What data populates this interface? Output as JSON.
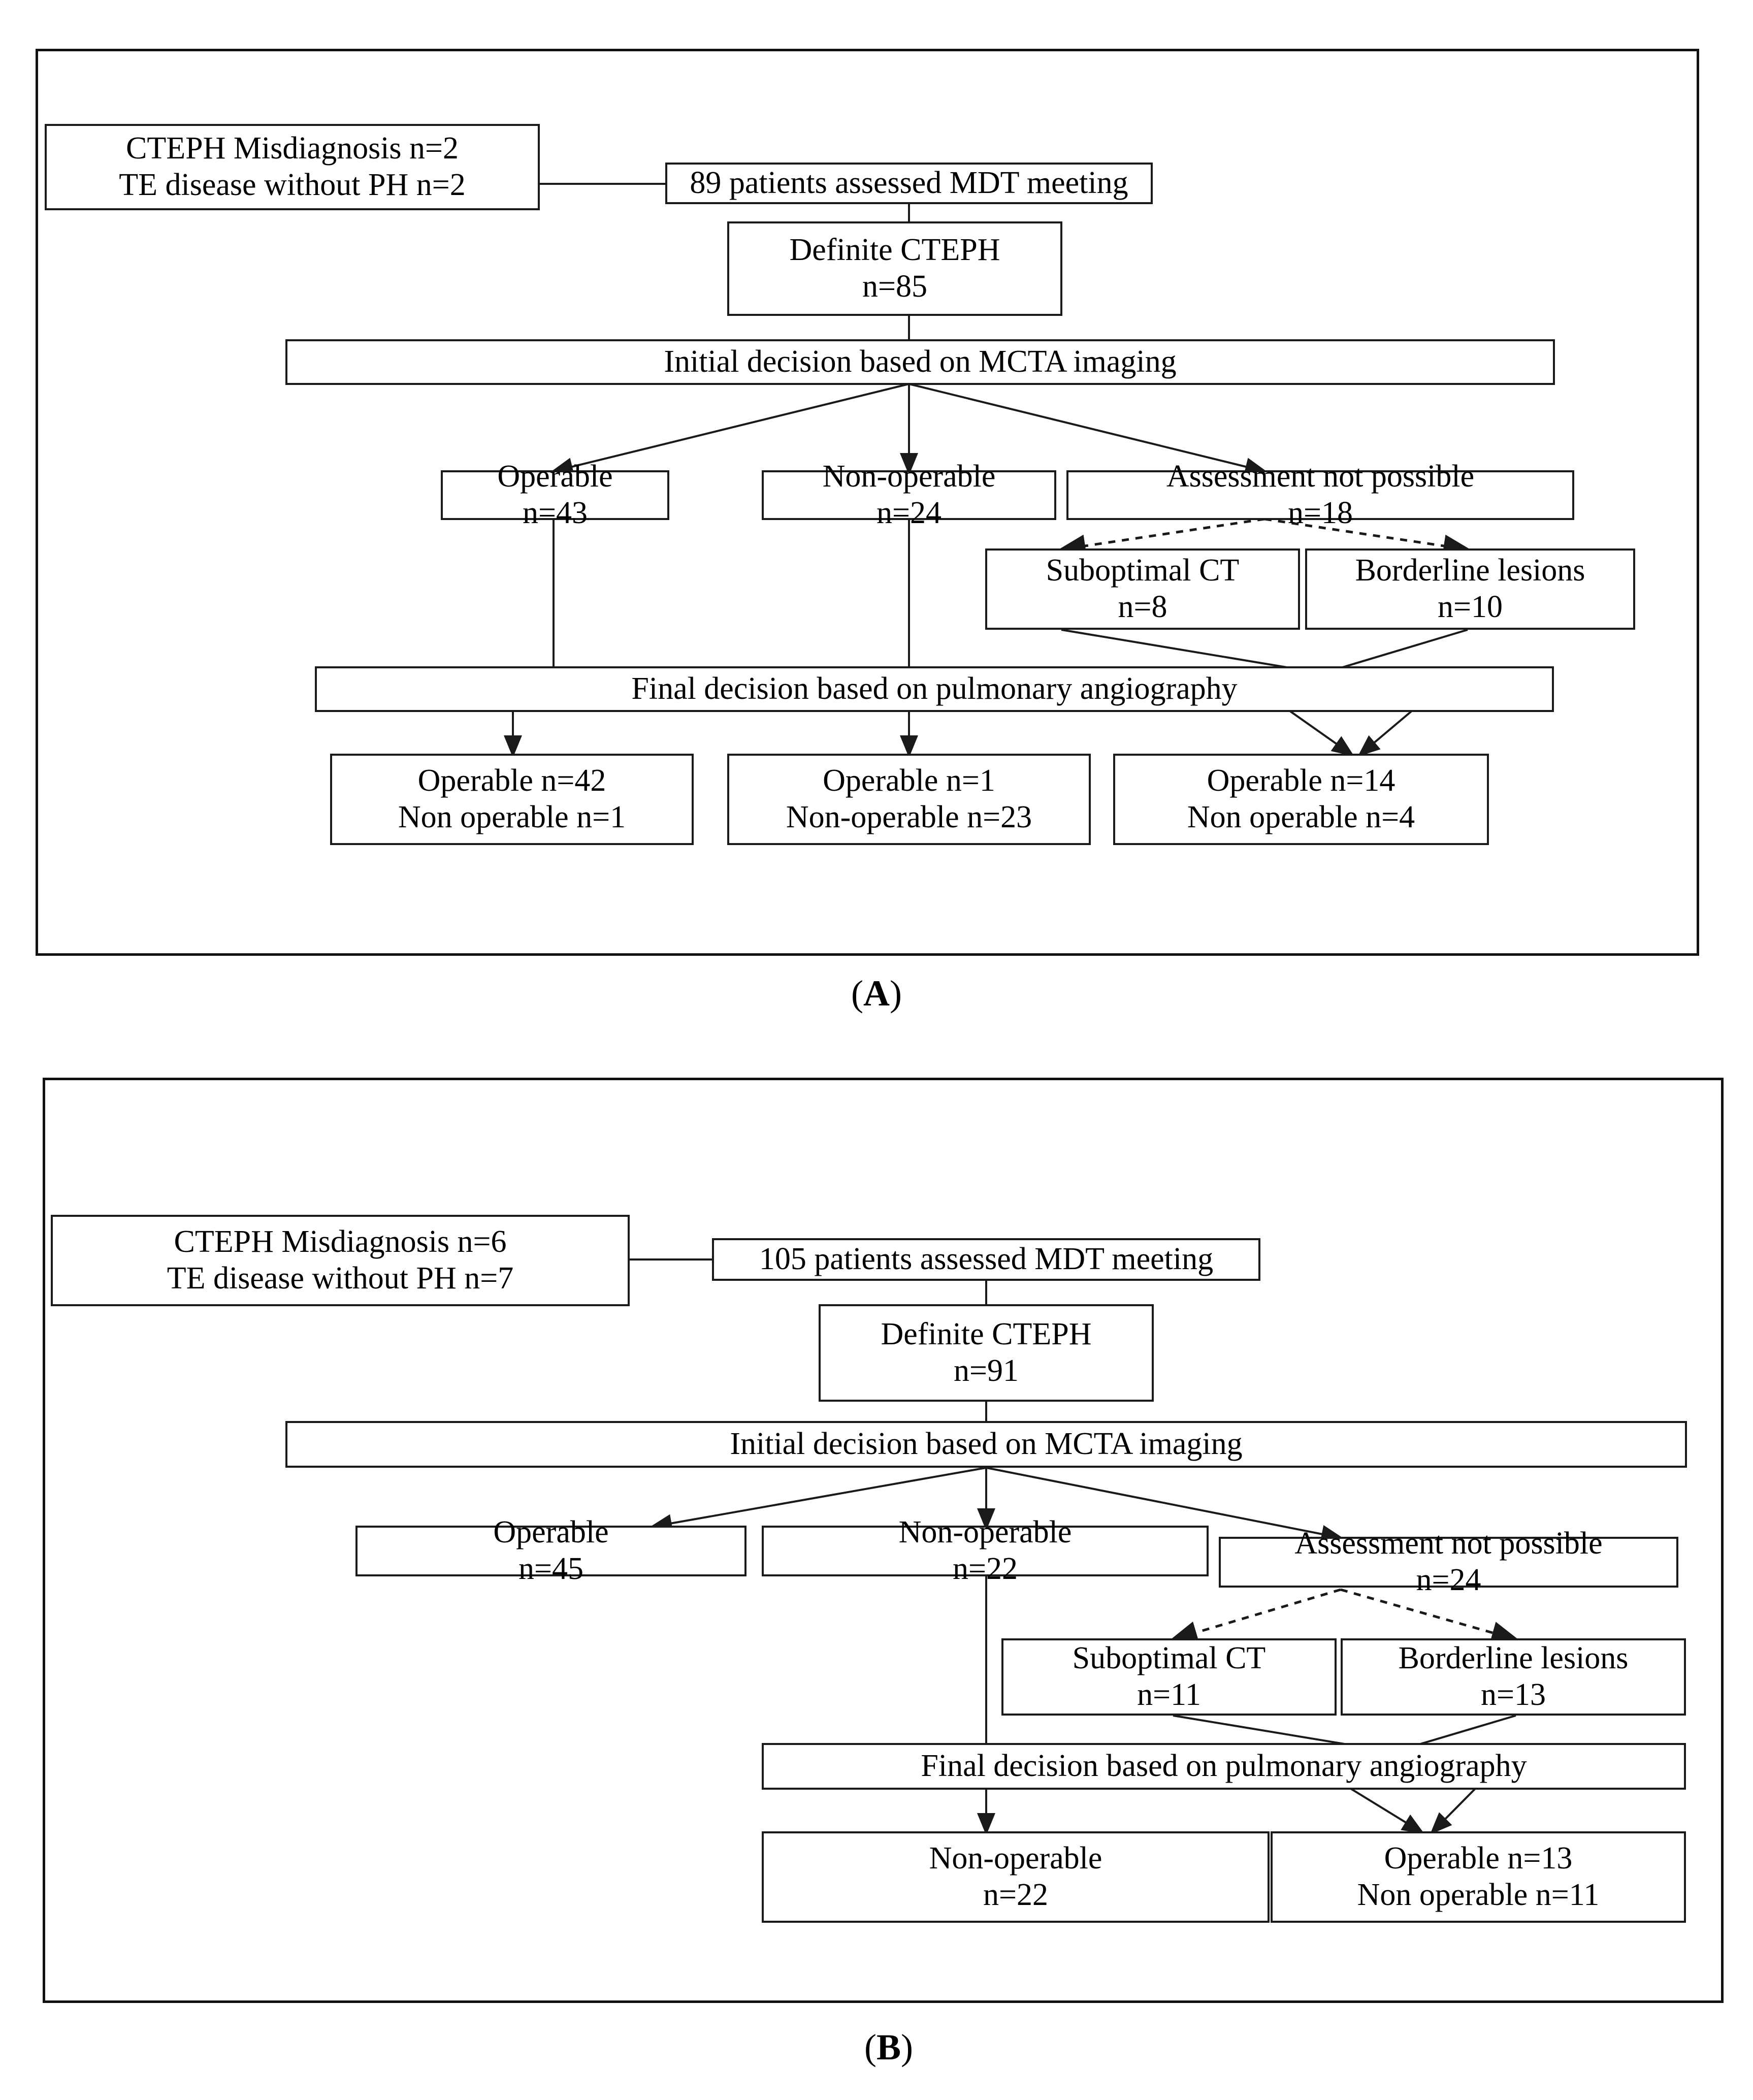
{
  "figure": {
    "type": "flowchart",
    "title": "CTEPH MDT operability assessment flow diagrams",
    "panels": [
      {
        "id": "A",
        "label": "(A)",
        "label_letter": "A",
        "nodes": [
          {
            "id": "a-excluded",
            "name": "excluded-box",
            "lines": [
              "CTEPH Misdiagnosis n=2",
              "TE disease without PH n=2"
            ]
          },
          {
            "id": "a-assessed",
            "name": "assessed-box",
            "lines": [
              "89 patients assessed MDT meeting"
            ]
          },
          {
            "id": "a-definite",
            "name": "definite-cteph-box",
            "lines": [
              "Definite CTEPH",
              "n=85"
            ]
          },
          {
            "id": "a-initial",
            "name": "initial-decision-box",
            "lines": [
              "Initial decision based on MCTA imaging"
            ]
          },
          {
            "id": "a-operable",
            "name": "operable-box",
            "lines": [
              "Operable",
              "n=43"
            ]
          },
          {
            "id": "a-nonoperable",
            "name": "non-operable-box",
            "lines": [
              "Non-operable",
              "n=24"
            ]
          },
          {
            "id": "a-notpossible",
            "name": "assessment-not-possible-box",
            "lines": [
              "Assessment not possible",
              "n=18"
            ]
          },
          {
            "id": "a-suboptimal",
            "name": "suboptimal-ct-box",
            "lines": [
              "Suboptimal CT",
              "n=8"
            ]
          },
          {
            "id": "a-borderline",
            "name": "borderline-lesions-box",
            "lines": [
              "Borderline lesions",
              "n=10"
            ]
          },
          {
            "id": "a-final",
            "name": "final-decision-box",
            "lines": [
              "Final decision based on pulmonary angiography"
            ]
          },
          {
            "id": "a-out1",
            "name": "outcome-box-operable-branch",
            "lines": [
              "Operable n=42",
              "Non operable n=1"
            ]
          },
          {
            "id": "a-out2",
            "name": "outcome-box-nonoperable-branch",
            "lines": [
              "Operable n=1",
              "Non-operable n=23"
            ]
          },
          {
            "id": "a-out3",
            "name": "outcome-box-notpossible-branch",
            "lines": [
              "Operable n=14",
              "Non operable n=4"
            ]
          }
        ]
      },
      {
        "id": "B",
        "label": "(B)",
        "label_letter": "B",
        "nodes": [
          {
            "id": "b-excluded",
            "name": "excluded-box",
            "lines": [
              "CTEPH Misdiagnosis n=6",
              "TE disease without PH n=7"
            ]
          },
          {
            "id": "b-assessed",
            "name": "assessed-box",
            "lines": [
              "105 patients assessed MDT meeting"
            ]
          },
          {
            "id": "b-definite",
            "name": "definite-cteph-box",
            "lines": [
              "Definite CTEPH",
              "n=91"
            ]
          },
          {
            "id": "b-initial",
            "name": "initial-decision-box",
            "lines": [
              "Initial decision based on MCTA imaging"
            ]
          },
          {
            "id": "b-operable",
            "name": "operable-box",
            "lines": [
              "Operable",
              "n=45"
            ]
          },
          {
            "id": "b-nonoperable",
            "name": "non-operable-box",
            "lines": [
              "Non-operable",
              "n=22"
            ]
          },
          {
            "id": "b-notpossible",
            "name": "assessment-not-possible-box",
            "lines": [
              "Assessment not possible",
              "n=24"
            ]
          },
          {
            "id": "b-suboptimal",
            "name": "suboptimal-ct-box",
            "lines": [
              "Suboptimal CT",
              "n=11"
            ]
          },
          {
            "id": "b-borderline",
            "name": "borderline-lesions-box",
            "lines": [
              "Borderline lesions",
              "n=13"
            ]
          },
          {
            "id": "b-final",
            "name": "final-decision-box",
            "lines": [
              "Final decision based on pulmonary angiography"
            ]
          },
          {
            "id": "b-out1",
            "name": "outcome-box-nonoperable-branch",
            "lines": [
              "Non-operable",
              "n=22"
            ]
          },
          {
            "id": "b-out2",
            "name": "outcome-box-notpossible-branch",
            "lines": [
              "Operable n=13",
              "Non operable n=11"
            ]
          }
        ]
      }
    ],
    "colors": {
      "background": "#ffffff",
      "line": "#1a1a1a",
      "text": "#000000"
    }
  }
}
